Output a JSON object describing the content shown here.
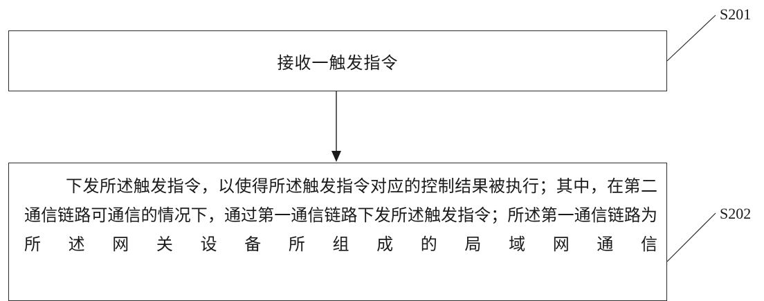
{
  "steps": [
    {
      "id": "S201",
      "text": "接收一触发指令"
    },
    {
      "id": "S202",
      "text": "下发所述触发指令，以使得所述触发指令对应的控制结果被执行；其中，在第二通信链路可通信的情况下，通过第一通信链路下发所述触发指令；所述第一通信链路为所述网关设备所组成的局域网通信"
    }
  ]
}
